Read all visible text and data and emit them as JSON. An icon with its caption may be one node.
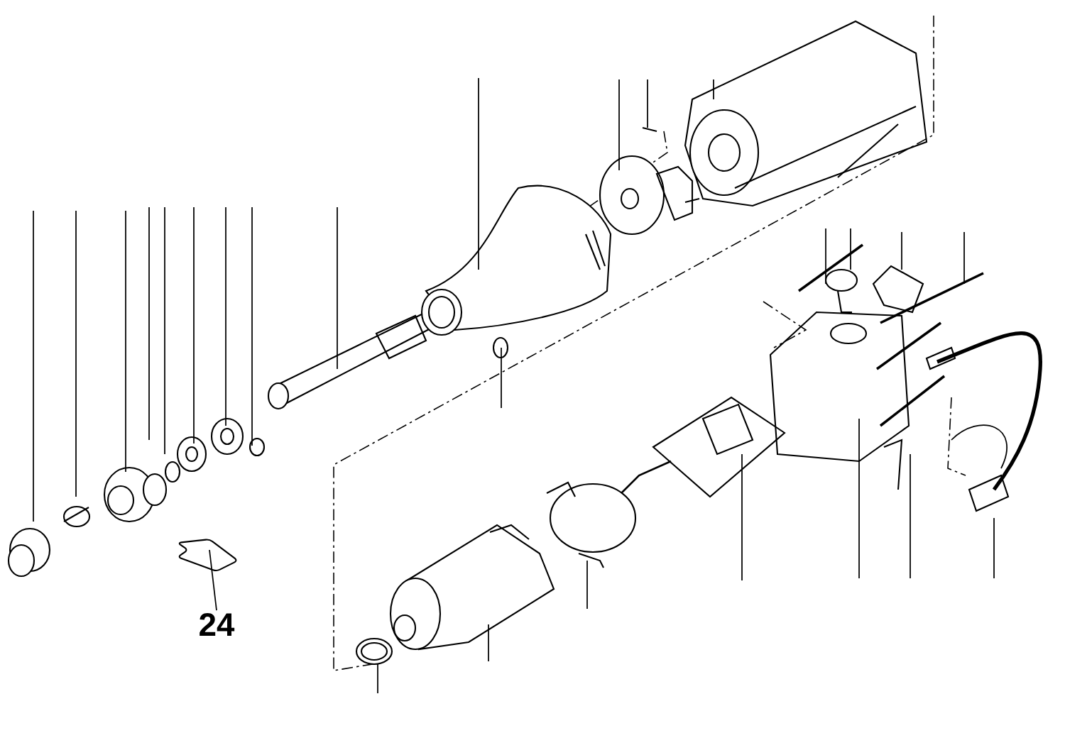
{
  "diagram": {
    "nodes": [
      {
        "text": [
          "24"
        ]
      },
      {
        "text": [],
        "shape": "picture"
      }
    ],
    "edges": [
      {
        "from": 0,
        "to": 1,
        "arrow": "none"
      }
    ]
  }
}
